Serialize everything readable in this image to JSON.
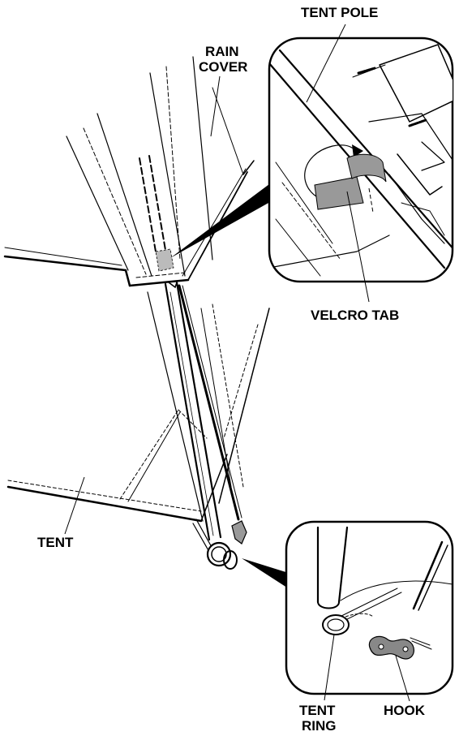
{
  "labels": {
    "tent_pole": "TENT POLE",
    "rain_cover_line1": "RAIN",
    "rain_cover_line2": "COVER",
    "velcro_tab": "VELCRO TAB",
    "tent": "TENT",
    "tent_ring_line1": "TENT",
    "tent_ring_line2": "RING",
    "hook": "HOOK"
  },
  "colors": {
    "line": "#000000",
    "tab_fill": "#999999",
    "tab_light": "#cccccc",
    "hook_fill": "#888888",
    "background": "#ffffff"
  }
}
